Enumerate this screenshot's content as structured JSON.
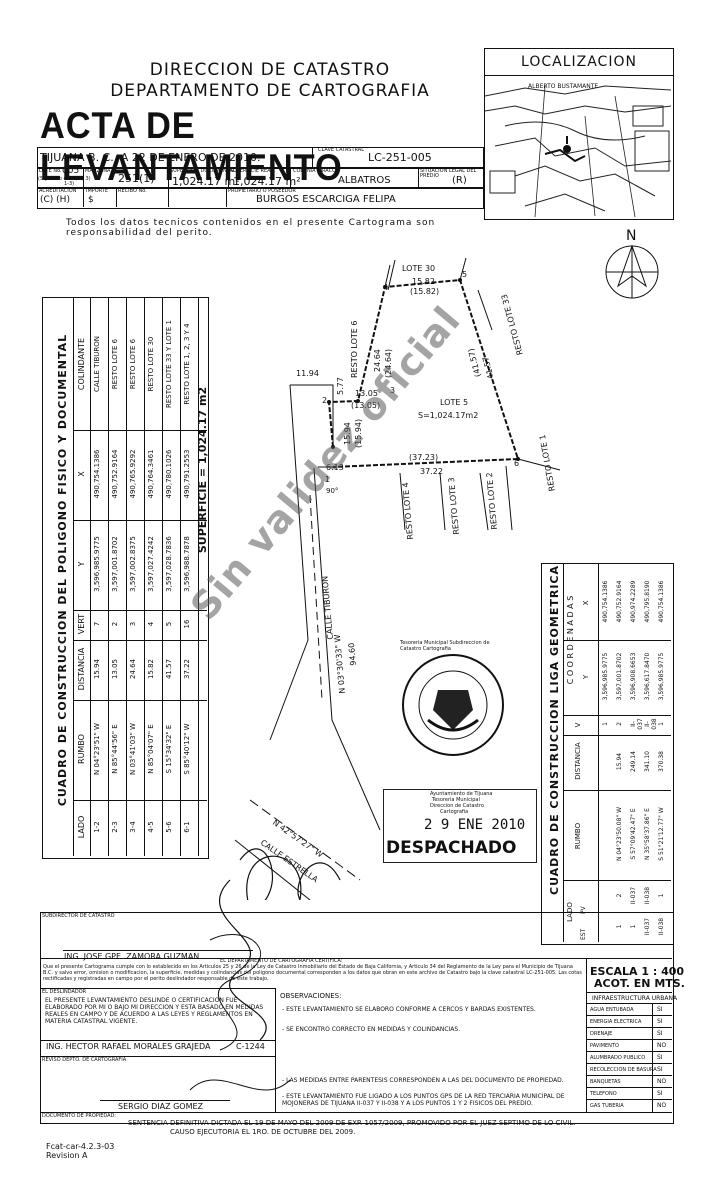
{
  "header": {
    "line1": "DIRECCION DE CATASTRO",
    "line2": "DEPARTAMENTO DE CARTOGRAFIA",
    "title": "ACTA DE LEVANTAMIENTO"
  },
  "localizacion": {
    "title": "LOCALIZACION",
    "street_label": "ALBERTO BUSTAMANTE"
  },
  "info": {
    "place_date": "TIJUANA B. C., A 22 DE ENERO DE 2010.",
    "clave_label": "CLAVE CATASTRAL",
    "clave": "LC-251-005",
    "lote_label": "LOTE No.",
    "lote": "005",
    "lote_extra": "(5 y resto del 1, 2, 3)",
    "lote_sub": "1-3)",
    "manzana_label": "MANZANA",
    "manzana": "251(1)",
    "sup_doc_label": "SUPERFICIE DOCUMENTAL",
    "sup_doc": "1,024.17 m²",
    "sup_real_label": "SUPERFICIE REAL",
    "sup_real": "1,024.17 m²",
    "colonia_label": "COLONIA (FRACC.)",
    "colonia": "ALBATROS",
    "situacion_label": "SITUACION LEGAL DEL PREDIO",
    "situacion": "(R)",
    "acreditacion_label": "ACREDITACION",
    "acreditacion": "(C) (H)",
    "importe_label": "IMPORTE",
    "importe": "$",
    "recibo_label": "RECIBO No.",
    "propietario_label": "PROPIETARIO O POSEEDOR",
    "propietario": "BURGOS ESCARCIGA FELIPA"
  },
  "responsibility_note": "Todos los datos tecnicos contenidos en el presente Cartograma son responsabilidad del perito.",
  "poligono": {
    "title": "CUADRO DE CONSTRUCCION DEL POLIGONO FISICO Y DOCUMENTAL",
    "headers": [
      "LADO",
      "RUMBO",
      "DISTANCIA",
      "VERT",
      "Y",
      "X",
      "COLINDANTE"
    ],
    "rows": [
      [
        "1-2",
        "N 04°23'51\" W",
        "15.94",
        "7",
        "3,596,985.9775",
        "490,754.1386",
        "CALLE TIBURON"
      ],
      [
        "2-3",
        "N 85°44'56\" E",
        "13.05",
        "2",
        "3,597,001.8702",
        "490,752.9164",
        "RESTO LOTE 6"
      ],
      [
        "3-4",
        "N 03°41'03\" W",
        "24.64",
        "3",
        "3,597,002.8375",
        "490,765.9292",
        "RESTO LOTE 6"
      ],
      [
        "4-5",
        "N 85°04'07\" E",
        "15.82",
        "4",
        "3,597,027.4242",
        "490,764.3461",
        "RESTO LOTE 30"
      ],
      [
        "5-6",
        "S 15°34'32\" E",
        "41.57",
        "5",
        "3,597,028.7836",
        "490,780.1026",
        "RESTO LOTE 33 Y LOTE 1"
      ],
      [
        "6-1",
        "S 85°40'12\" W",
        "37.22",
        "16",
        "3,596,988.7878",
        "490,791.2553",
        "RESTO LOTE 1, 2, 3 Y 4"
      ]
    ],
    "superficie": "SUPERFICIE = 1,024.17 m2"
  },
  "liga": {
    "title": "CUADRO DE CONSTRUCCION LIGA GEOMETRICA",
    "h_lado": "LADO",
    "h_est": "EST",
    "h_pv": "PV",
    "h_rumbo": "RUMBO",
    "h_distancia": "DISTANCIA",
    "h_v": "V",
    "h_coord": "C O O R D E N A D A S",
    "h_y": "Y",
    "h_x": "X",
    "rows": [
      [
        "",
        "",
        "",
        "",
        "1",
        "3,596,985.9775",
        "490,754.1386"
      ],
      [
        "1",
        "2",
        "N 04°23'50.08\" W",
        "15.94",
        "2",
        "3,597,001.8702",
        "490,752.9164"
      ],
      [
        "1",
        "II-037",
        "S 57°09'42.47\" E",
        "249.14",
        "II-037",
        "3,596,908.6653",
        "490,974.2289"
      ],
      [
        "II-037",
        "II-038",
        "N 35°58'37.86\" E",
        "341.10",
        "II-038",
        "3,596,617.8470",
        "490,795.8190"
      ],
      [
        "II-038",
        "1",
        "S 51°21'12.77\" W",
        "370.38",
        "1",
        "3,596,985.9775",
        "490,754.1386"
      ]
    ]
  },
  "map": {
    "north": "N",
    "lote30": "LOTE 30",
    "lote5": "LOTE 5",
    "area": "S=1,024.17m2",
    "d1594": "15.94",
    "d1594d": "(15.94)",
    "d1305": "13.05",
    "d1305d": "(13.05)",
    "d2464": "24.64",
    "d2464d": "(24.64)",
    "d1582": "15.82",
    "d1582d": "(15.82)",
    "d4157": "41.57",
    "d4157d": "(41.57)",
    "d3722": "37.22",
    "d3723d": "(37.23)",
    "d1194": "11.94",
    "d577": "5.77",
    "d613": "6.13",
    "ang90": "90°",
    "resto6": "RESTO LOTE 6",
    "resto33": "RESTO LOTE 33",
    "resto1": "RESTO LOTE 1",
    "resto2": "RESTO LOTE 2",
    "resto3": "RESTO LOTE 3",
    "resto4": "RESTO LOTE 4",
    "tiburon": "CALLE TIBURON",
    "rumbo_tib": "N 03°30'33\" W",
    "dist_tib": "94.60",
    "rumbo_est": "N 42°57'27\" W",
    "estrella": "CALLE ESTRELLA",
    "v1": "1",
    "v2": "2",
    "v3": "3",
    "v4": "4",
    "v5": "5",
    "v6": "6"
  },
  "watermark": "Sin validez oficial",
  "stamps": {
    "seal_text": "Tesoreria Municipal Subdireccion de Catastro Cartografia",
    "despacho_l1": "Ayuntamiento de Tijuana",
    "despacho_l2": "Tesoreria Municipal",
    "despacho_l3": "Direccion de Catastro",
    "despacho_l4": "Cartografia",
    "date": "2 9 ENE 2010",
    "despachado": "DESPACHADO"
  },
  "signatures": {
    "sub_label": "SUBDIRECTOR DE CATASTRO",
    "sub_name": "ING. JOSE GPE. ZAMORA GUZMAN",
    "cert_title": "EL DEPARTAMENTO DE CARTOGRAFIA CERTIFICA:",
    "cert_text": "Que el presente Cartograma cumple con lo establecido en los Articulos 25 y 26 de la Ley de Catastro Inmobiliario del Estado de Baja California, y Articulo 34 del Reglamento de la Ley para el Municipio de Tijuana B.C. y salvo error, omision o modificacion, la superficie, medidas y colindancias del poligono documental corresponden a los datos que obran en este archivo de Catastro bajo la clave catastral LC-251-005. Las cotas rectificadas y registradas en campo por el perito deslindador responsable de este trabajo.",
    "des_label": "EL DESLINDADOR",
    "des_text": "EL PRESENTE LEVANTAMIENTO DESLINDE O CERTIFICACION FUE ELABORADO POR MI O BAJO MI DIRECCION Y ESTA BASADO EN MEDIDAS REALES EN CAMPO Y DE ACUERDO A LAS LEYES Y REGLAMENTOS EN MATERIA CATASTRAL VIGENTE.",
    "des_name": "ING. HECTOR RAFAEL MORALES GRAJEDA",
    "des_code": "C-1244",
    "rev_label": "REVISO DEPTO. DE CARTOGRAFIA",
    "rev_name": "SERGIO DIAZ GOMEZ",
    "doc_label": "DOCUMENTO DE PROPIEDAD:",
    "doc_text1": "SENTENCIA DEFINITIVA DICTADA EL 19 DE MAYO DEL 2009 DE EXP. 1057/2009, PROMOVIDO POR EL JUEZ SEPTIMO DE LO CIVIL.",
    "doc_text2": "CAUSO EJECUTORIA EL 1RO. DE OCTUBRE DEL 2009."
  },
  "observaciones": {
    "title": "OBSERVACIONES:",
    "items": [
      "- ESTE LEVANTAMIENTO SE ELABORO CONFORME A CERCOS Y BARDAS EXISTENTES.",
      "- SE ENCONTRO CORRECTO EN MEDIDAS Y COLINDANCIAS.",
      "- LAS MEDIDAS ENTRE PARENTESIS CORRESPONDEN A LAS DEL DOCUMENTO DE PROPIEDAD.",
      "- ESTE LEVANTAMIENTO FUE LIGADO A LOS PUNTOS GPS DE LA RED TERCIARIA MUNICIPAL DE MOJONERAS DE TIJUANA II-037 Y II-038 Y A LOS PUNTOS 1 Y 2 FISICOS DEL PREDIO."
    ]
  },
  "escala": {
    "l1": "ESCALA 1 : 400",
    "l2": "ACOT. EN MTS."
  },
  "infra": {
    "title": "INFRAESTRUCTURA URBANA",
    "items": [
      [
        "AGUA ENTUBADA",
        "SI"
      ],
      [
        "ENERGIA ELECTRICA",
        "SI"
      ],
      [
        "DRENAJE",
        "SI"
      ],
      [
        "PAVIMENTO",
        "NO"
      ],
      [
        "ALUMBRADO PUBLICO",
        "SI"
      ],
      [
        "RECOLECCION DE BASURA",
        "SI"
      ],
      [
        "BANQUETAS",
        "NO"
      ],
      [
        "TELEFONO",
        "SI"
      ],
      [
        "GAS TUBERIA",
        "NO"
      ]
    ]
  },
  "footer": {
    "code": "Fcat-car-4.2.3-03",
    "rev": "Revision A"
  }
}
